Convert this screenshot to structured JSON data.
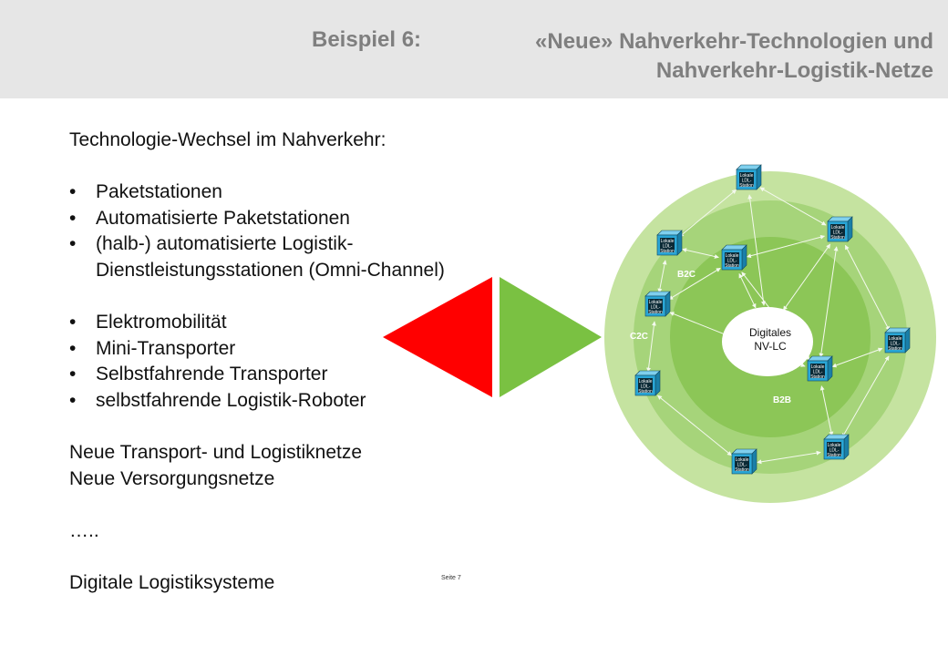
{
  "header": {
    "label": "Beispiel 6:",
    "title_line1": "«Neue» Nahverkehr-Technologien und",
    "title_line2": "Nahverkehr-Logistik-Netze"
  },
  "content": {
    "intro": "Technologie-Wechsel im Nahverkehr:",
    "group1": [
      "Paketstationen",
      "Automatisierte Paketstationen",
      "(halb-) automatisierte Logistik-",
      "Dienstleistungsstationen (Omni-Channel)"
    ],
    "group2": [
      "Elektromobilität",
      "Mini-Transporter",
      "Selbstfahrende Transporter",
      "selbstfahrende Logistik-Roboter"
    ],
    "networks": [
      "Neue Transport- und Logistiknetze",
      "Neue Versorgungsnetze"
    ],
    "ellipsis": "…..",
    "closing": "Digitale Logistiksysteme"
  },
  "footer": {
    "page": "Seite 7"
  },
  "diagram": {
    "center_line1": "Digitales",
    "center_line2": "NV-LC",
    "zones": {
      "b2c": "B2C",
      "c2c": "C2C",
      "b2b": "B2B"
    },
    "station_lines": [
      "Lokale",
      "LDL-",
      "Station"
    ]
  },
  "colors": {
    "left_arrow": "#ff0000",
    "right_arrow": "#7ac142",
    "ring_outer": "#c5e3a0",
    "ring_mid": "#a6d47a",
    "ring_inner": "#8cc657",
    "station": "#2aa6d6"
  }
}
